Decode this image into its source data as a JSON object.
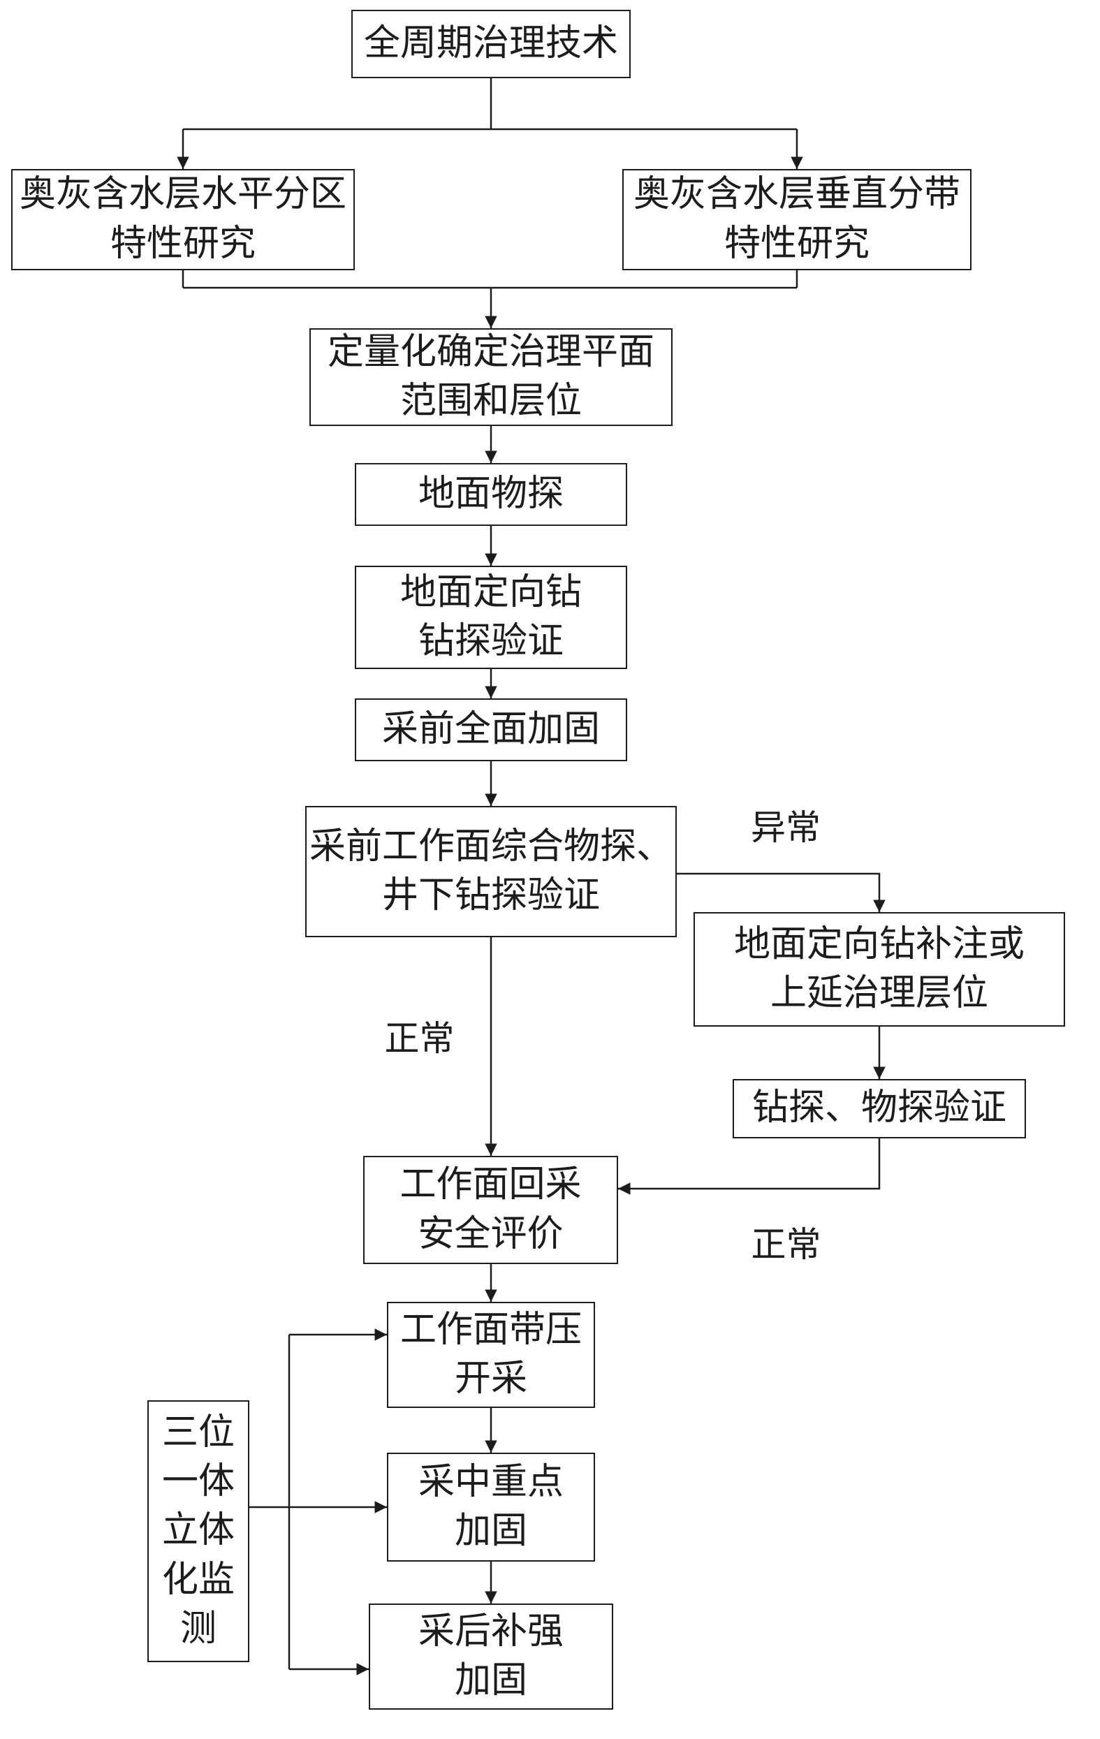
{
  "nodes": {
    "root": {
      "text": "全周期治理技术"
    },
    "horizontal_zoning": {
      "text": "奥灰含水层水平分区\n特性研究"
    },
    "vertical_zoning": {
      "text": "奥灰含水层垂直分带\n特性研究"
    },
    "quantify": {
      "text": "定量化确定治理平面\n范围和层位"
    },
    "surface_geophysics": {
      "text": "地面物探"
    },
    "surface_drilling": {
      "text": "地面定向钻\n钻探验证"
    },
    "pre_mining_reinforce": {
      "text": "采前全面加固"
    },
    "pre_mining_survey": {
      "text": "采前工作面综合物探、\n井下钻探验证"
    },
    "supplement_grouting": {
      "text": "地面定向钻补注或\n上延治理层位"
    },
    "drilling_verify": {
      "text": "钻探、物探验证"
    },
    "safety_evaluation": {
      "text": "工作面回采\n安全评价"
    },
    "pressure_mining": {
      "text": "工作面带压\n开采"
    },
    "mid_mining_reinforce": {
      "text": "采中重点\n加固"
    },
    "post_mining_reinforce": {
      "text": "采后补强\n加固"
    },
    "monitoring": {
      "text": "三位\n一体\n立体\n化监\n测"
    }
  },
  "labels": {
    "abnormal": "异常",
    "normal_left": "正常",
    "normal_right": "正常"
  },
  "colors": {
    "line": "#1c1c1c",
    "background": "#ffffff"
  }
}
